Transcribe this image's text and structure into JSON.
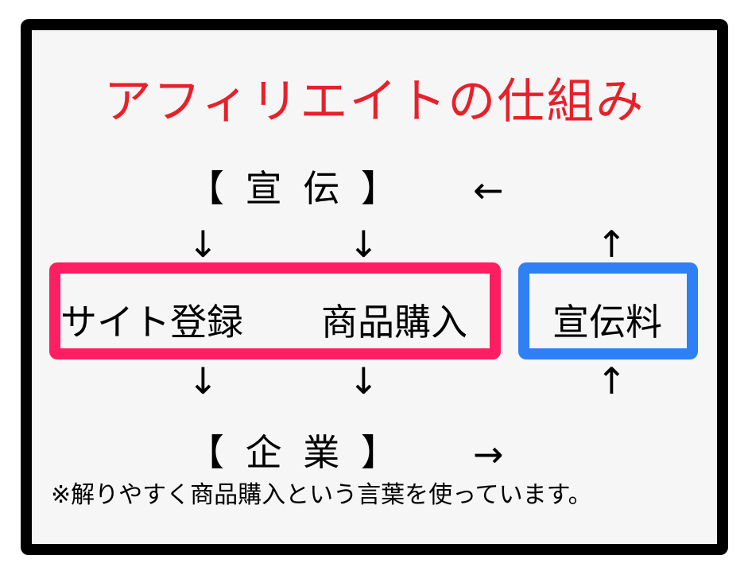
{
  "title": "アフィリエイトの仕組み",
  "colors": {
    "title": "#e8202a",
    "frame": "#000000",
    "pink_box": "#ff1e62",
    "blue_box": "#2f80f7",
    "background": "#f6f6f6"
  },
  "nodes": {
    "advertising": "【 宣 伝 】",
    "company": "【 企 業 】"
  },
  "boxes": {
    "pink": {
      "site_registration": "サイト登録",
      "product_purchase": "商品購入"
    },
    "blue": {
      "ad_fee": "宣伝料"
    }
  },
  "arrows": {
    "left": "←",
    "right": "→",
    "down": "↓",
    "up": "↑"
  },
  "note": "※解りやすく商品購入という言葉を使っています。"
}
